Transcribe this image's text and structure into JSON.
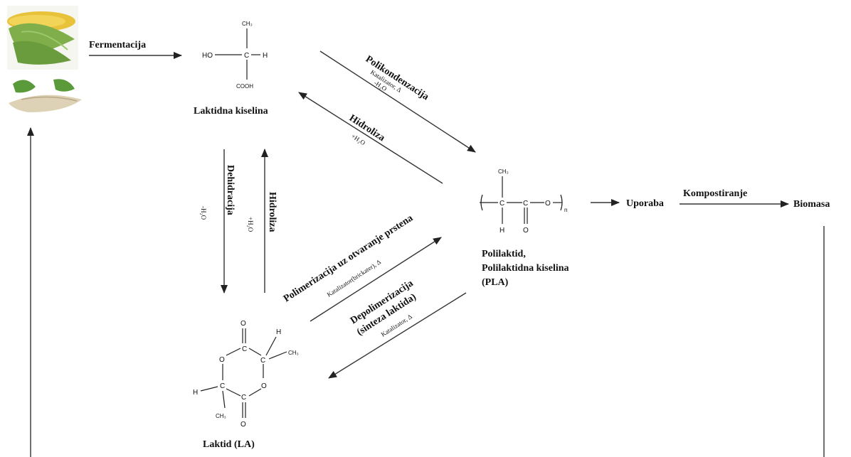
{
  "steps": {
    "fermentation": "Fermentacija",
    "polycondensation": "Polikondenzacija",
    "polycondensation_cond": "Katalizator, Δ",
    "polycondensation_water": "-H₂O",
    "hydrolysis_top": "Hidroliza",
    "hydrolysis_top_water": "+H₂O",
    "dehydration": "Dehidracija",
    "dehydration_water": "-H₂O",
    "hydrolysis_left": "Hidroliza",
    "hydrolysis_left_water": "+H₂O",
    "ring_opening": "Polimerizacija uz otvaranje prstena",
    "ring_opening_cond": "Katalizator(brickater), Δ",
    "depolymerization": "Depolimerizacija",
    "depolymerization_sub": "(sinteza laktida)",
    "depolymerization_cond": "Katalizator, Δ",
    "use": "Uporaba",
    "composting": "Kompostiranje",
    "biomass": "Biomasa"
  },
  "compounds": {
    "lactic_acid": "Laktidna kiselina",
    "pla_line1": "Polilaktid,",
    "pla_line2": "Polilaktidna kiselina",
    "pla_line3": "(PLA)",
    "lactide": "Laktid (LA)"
  },
  "atoms": {
    "ch3": "CH₃",
    "ho": "HO",
    "c": "C",
    "h": "H",
    "cooh": "COOH",
    "o": "O",
    "n": "n"
  },
  "colors": {
    "corn_yellow": "#e8c23a",
    "corn_husk": "#7fae4a",
    "root_beige": "#ddd2b5",
    "leaf_green": "#5a9a3a"
  }
}
